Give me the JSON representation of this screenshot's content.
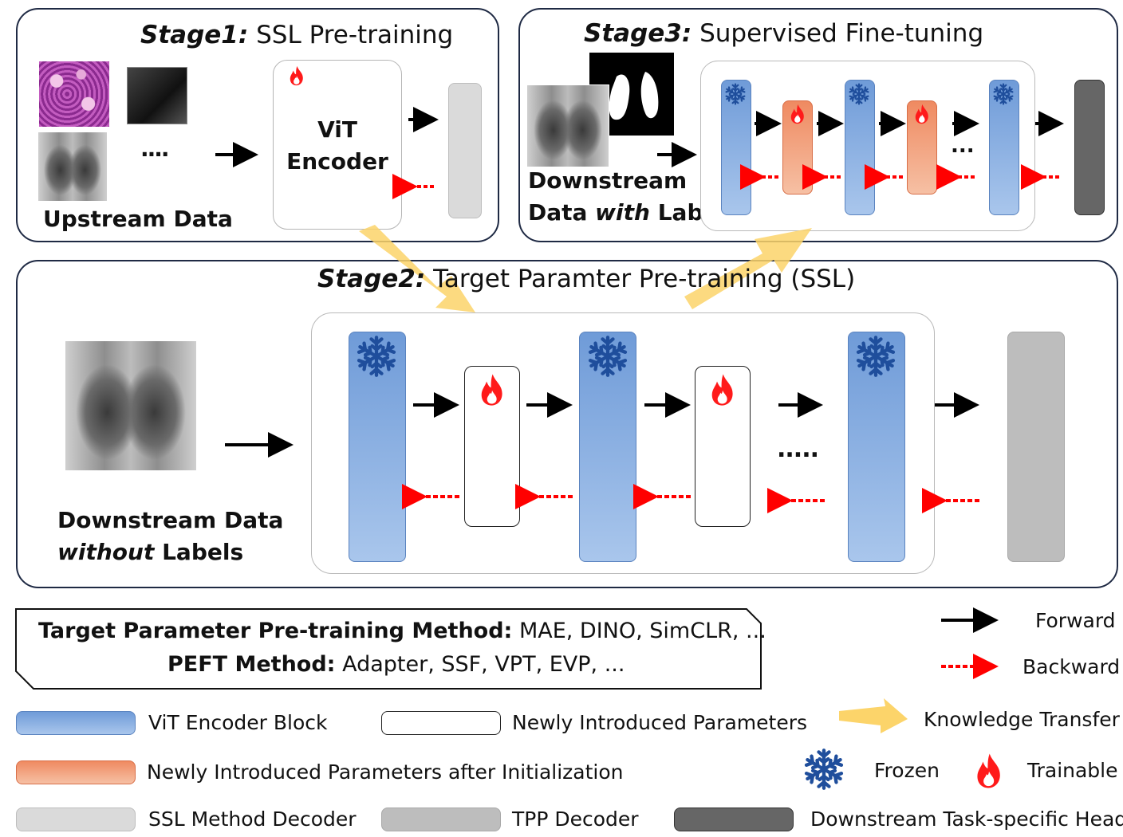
{
  "stage1": {
    "title_stage": "Stage1:",
    "title_text": "SSL Pre-training",
    "encoder_label_line1": "ViT",
    "encoder_label_line2": "Encoder",
    "ellipsis": "....",
    "data_label": "Upstream Data"
  },
  "stage3": {
    "title_stage": "Stage3:",
    "title_text": "Supervised Fine-tuning",
    "data_label_line1": "Downstream",
    "data_label_line2_a": "Data ",
    "data_label_line2_b": "with",
    "data_label_line2_c": " Labels",
    "ellipsis": "..."
  },
  "stage2": {
    "title_stage": "Stage2:",
    "title_text": "Target Paramter Pre-training (SSL)",
    "data_label_line1": "Downstream Data",
    "data_label_line2_a": "without",
    "data_label_line2_b": " Labels",
    "ellipsis": "....."
  },
  "methods": {
    "tpp_label": "Target Parameter Pre-training Method:",
    "tpp_values": "MAE, DINO, SimCLR, ...",
    "peft_label": "PEFT Method:",
    "peft_values": "Adapter, SSF, VPT, EVP, ..."
  },
  "legend": {
    "forward": "Forward",
    "backward": "Backward",
    "knowledge_transfer": "Knowledge Transfer",
    "frozen": "Frozen",
    "trainable": "Trainable",
    "vit_block": "ViT Encoder Block",
    "new_params": "Newly Introduced Parameters",
    "new_params_init": "Newly Introduced Parameters after Initialization",
    "ssl_decoder": "SSL Method Decoder",
    "tpp_decoder": "TPP Decoder",
    "task_head": "Downstream Task-specific Head"
  },
  "colors": {
    "vit_block": "#7fa6dd",
    "orange_block": "#f29a74",
    "ssl_decoder": "#dadada",
    "tpp_decoder": "#bdbdbd",
    "task_head": "#666666",
    "forward_arrow": "#000000",
    "backward_arrow": "#ff0000",
    "snowflake": "#1f4e9c",
    "flame": "#ff1a1a",
    "knowledge_arrow": "#fcd46a"
  }
}
